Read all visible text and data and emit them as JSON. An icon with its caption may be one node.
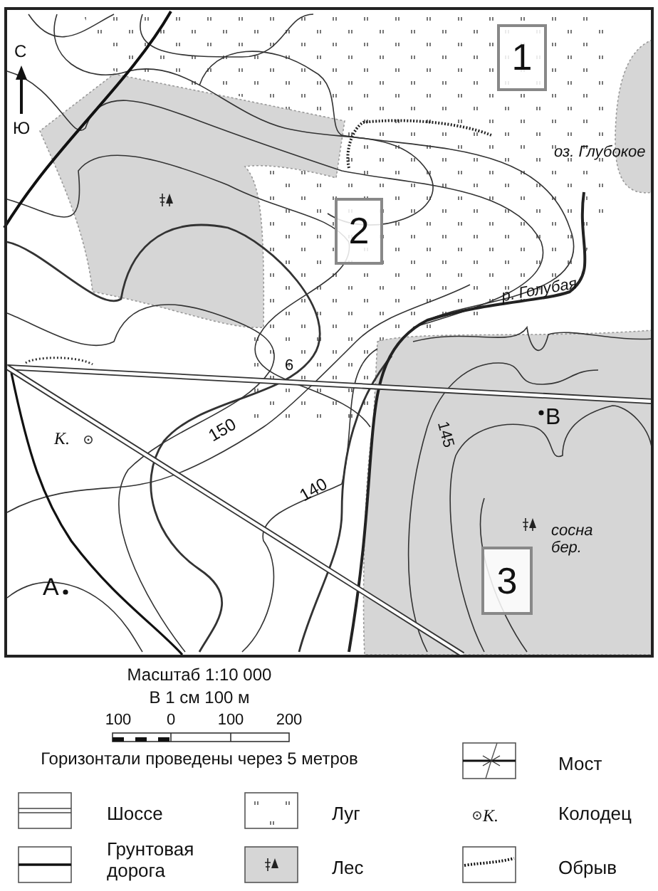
{
  "diagram": {
    "nodes": [
      {
        "text": [
          "1"
        ]
      },
      {
        "text": [
          "2"
        ]
      },
      {
        "text": [
          "3"
        ]
      }
    ],
    "labels": [
      "С",
      "Ю",
      "оз. Глубокое",
      "р. Голубая",
      "6",
      "К.",
      "150",
      "В",
      "145",
      "140",
      "сосна бер.",
      "А",
      "Масштаб 1:10 000",
      "В 1 см 100 м",
      "100",
      "0",
      "100",
      "200",
      "Горизонтали проведены через 5 метров",
      "К."
    ],
    "legend": [
      {
        "text": "Мост"
      },
      {
        "text": "Шоссе"
      },
      {
        "text": "Луг"
      },
      {
        "text": "Колодец"
      },
      {
        "text": "Грунтовая дорога"
      },
      {
        "text": "Лес"
      },
      {
        "text": "Обрыв"
      }
    ]
  }
}
